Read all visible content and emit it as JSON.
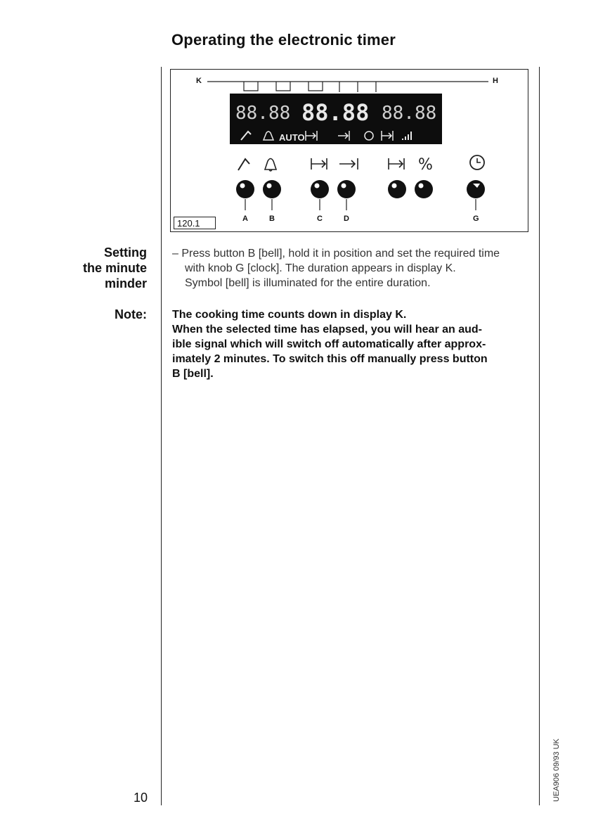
{
  "title": "Operating the electronic timer",
  "figure": {
    "id": "120.1",
    "callouts": {
      "left": "K",
      "right": "H"
    },
    "display_digits": [
      "88.88",
      "88.88",
      "88.88"
    ],
    "display_icons": [
      "roast-icon",
      "bell-icon",
      "AUTO",
      "duration-icon",
      "end-icon",
      "clock-icon",
      "cook-icon",
      "level-icon"
    ],
    "auto_label": "AUTO",
    "knob_labels": [
      "A",
      "B",
      "C",
      "D",
      "G"
    ],
    "percent_symbol": "%"
  },
  "sections": [
    {
      "heading_lines": [
        "Setting",
        "the minute",
        "minder"
      ],
      "text_lines": [
        "– Press button B [bell], hold it in position and set the required time",
        "with knob G [clock]. The duration appears in display K.",
        "Symbol [bell] is illuminated for the entire duration."
      ]
    }
  ],
  "note": {
    "heading": "Note:",
    "lines": [
      "The cooking time counts down in display K.",
      "When the selected time has elapsed, you will hear an aud-",
      "ible signal which will switch off automatically after approx-",
      "imately 2 minutes. To switch this off manually press button",
      "B [bell]."
    ]
  },
  "page_number": "10",
  "doc_code": "UEA906 09/93   UK"
}
